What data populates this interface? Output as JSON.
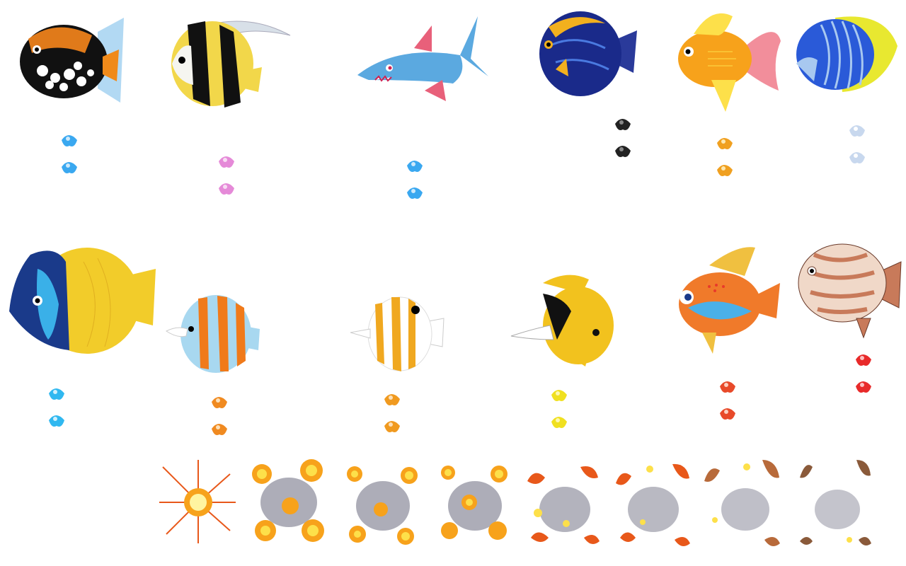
{
  "sheet": {
    "kind": "sprite-sheet",
    "background": "#ffffff",
    "row1": {
      "fish": [
        {
          "name": "clown-triggerfish",
          "colors": [
            "#111111",
            "#e07a1a",
            "#ffffff"
          ],
          "particle_color": "#3aa8f0"
        },
        {
          "name": "moorish-idol",
          "colors": [
            "#111111",
            "#f2d74a",
            "#f5f5f0"
          ],
          "particle_color": "#e58ad8"
        },
        {
          "name": "shark",
          "colors": [
            "#5ba9e0",
            "#e8607a",
            "#ffffff"
          ],
          "particle_color": "#3aa8f0"
        },
        {
          "name": "blue-tang",
          "colors": [
            "#1a2a8a",
            "#f2b01e",
            "#4a7ae0"
          ],
          "particle_color": "#222222"
        },
        {
          "name": "goldfish",
          "colors": [
            "#f7a21b",
            "#fde04a",
            "#f07a8a"
          ],
          "particle_color": "#f0a020"
        },
        {
          "name": "butterflyfish-blue-yellow",
          "colors": [
            "#2a5ad8",
            "#e8e830",
            "#a8c8f0"
          ],
          "particle_color": "#c8d8ee"
        }
      ]
    },
    "row2": {
      "fish": [
        {
          "name": "yellow-tang-blue-face",
          "colors": [
            "#f2cc2a",
            "#1a3a8a",
            "#3ab0e8"
          ],
          "particle_color": "#30b8f0"
        },
        {
          "name": "copperband-butterflyfish",
          "colors": [
            "#f07a1a",
            "#a8d8f0",
            "#ffffff"
          ],
          "particle_color": "#f08a20"
        },
        {
          "name": "striped-butterflyfish",
          "colors": [
            "#f0a820",
            "#ffffff",
            "#f0d040"
          ],
          "particle_color": "#f09a20"
        },
        {
          "name": "longnose-butterflyfish",
          "colors": [
            "#f2c21e",
            "#111111",
            "#ffffff"
          ],
          "particle_color": "#f0e020"
        },
        {
          "name": "angelfish-cartoon",
          "colors": [
            "#f07a2a",
            "#4ab0e8",
            "#f0c040"
          ],
          "particle_color": "#e84a2a"
        },
        {
          "name": "grouper",
          "colors": [
            "#c87a5a",
            "#f0d8c8",
            "#6a3a2a"
          ],
          "particle_color": "#e82a2a"
        }
      ]
    },
    "explosion": {
      "frame_count": 9,
      "colors": {
        "flash": "#fff4a0",
        "fire": "#f7a21b",
        "ember": "#e8581a",
        "core": "#fde04a",
        "smoke": "#8a8a9a"
      }
    }
  }
}
